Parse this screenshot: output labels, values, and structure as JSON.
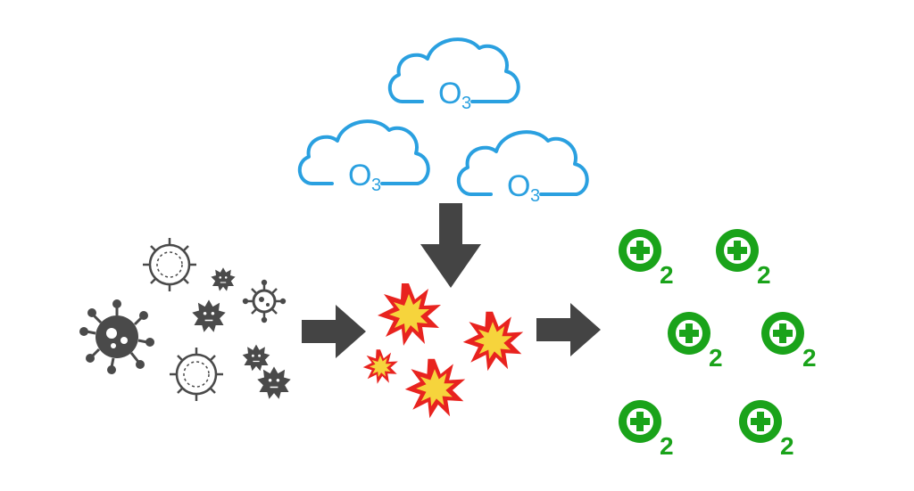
{
  "ozone_clouds": [
    {
      "element": "O",
      "subscript": "3"
    },
    {
      "element": "O",
      "subscript": "3"
    },
    {
      "element": "O",
      "subscript": "3"
    }
  ],
  "oxygen_molecules": [
    {
      "subscript": "2"
    },
    {
      "subscript": "2"
    },
    {
      "subscript": "2"
    },
    {
      "subscript": "2"
    },
    {
      "subscript": "2"
    },
    {
      "subscript": "2"
    }
  ],
  "icons": {
    "cloud": "cloud-icon",
    "virus": "virus-icon",
    "bacteria": "bacteria-icon",
    "germ": "germ-icon",
    "explosion": "explosion-icon",
    "oxygen": "oxygen-plus-icon",
    "arrow": "arrow-icon"
  },
  "colors": {
    "cloud": "#2aa0e0",
    "microbe": "#4a4a4a",
    "arrow": "#444444",
    "explosion_outer": "#e8231f",
    "explosion_inner": "#f6d43c",
    "oxygen": "#1aa31a"
  }
}
